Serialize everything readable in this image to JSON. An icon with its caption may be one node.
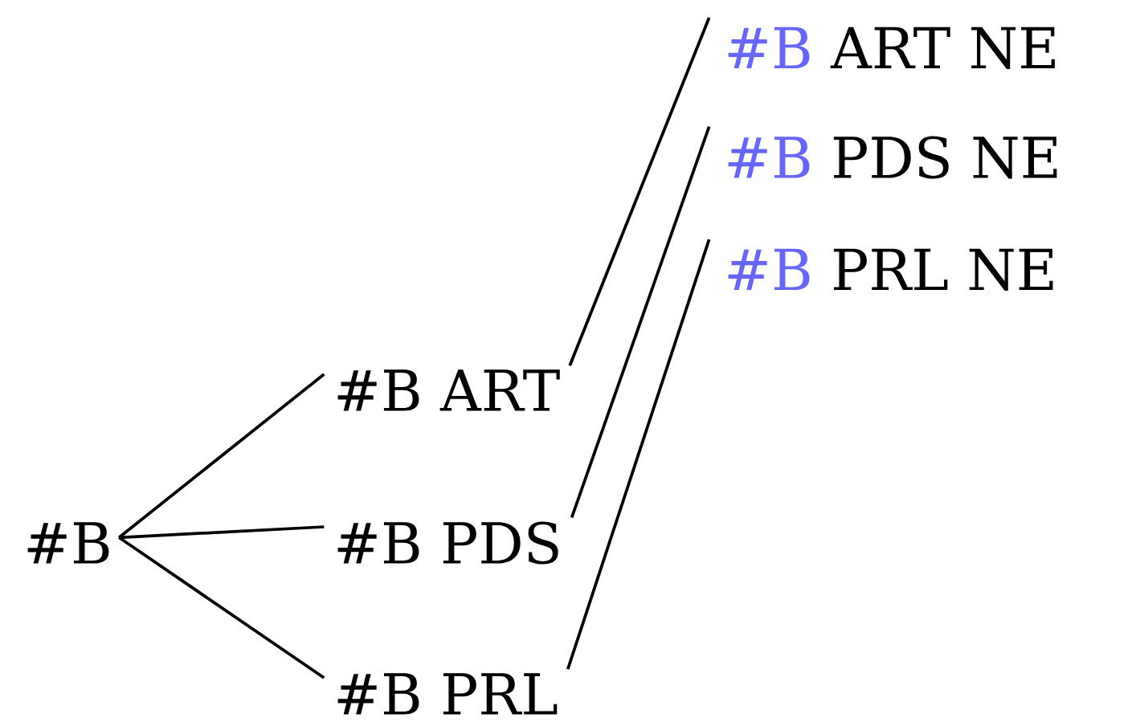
{
  "diagram": {
    "nodes": [
      {
        "text": [
          "#B"
        ]
      },
      {
        "text": [
          "#B ART"
        ]
      },
      {
        "text": [
          "#B PDS"
        ]
      },
      {
        "text": [
          "#B PRL"
        ]
      },
      {
        "text": [
          "#B",
          "ART NE"
        ]
      },
      {
        "text": [
          "#B",
          "PDS NE"
        ]
      },
      {
        "text": [
          "#B",
          "PRL NE"
        ]
      }
    ],
    "edges": [
      {
        "from": 0,
        "to": 1,
        "arrow": "none"
      },
      {
        "from": 0,
        "to": 2,
        "arrow": "none"
      },
      {
        "from": 0,
        "to": 3,
        "arrow": "none"
      },
      {
        "from": 1,
        "to": 4,
        "arrow": "none"
      },
      {
        "from": 2,
        "to": 5,
        "arrow": "none"
      },
      {
        "from": 3,
        "to": 6,
        "arrow": "none"
      }
    ]
  }
}
